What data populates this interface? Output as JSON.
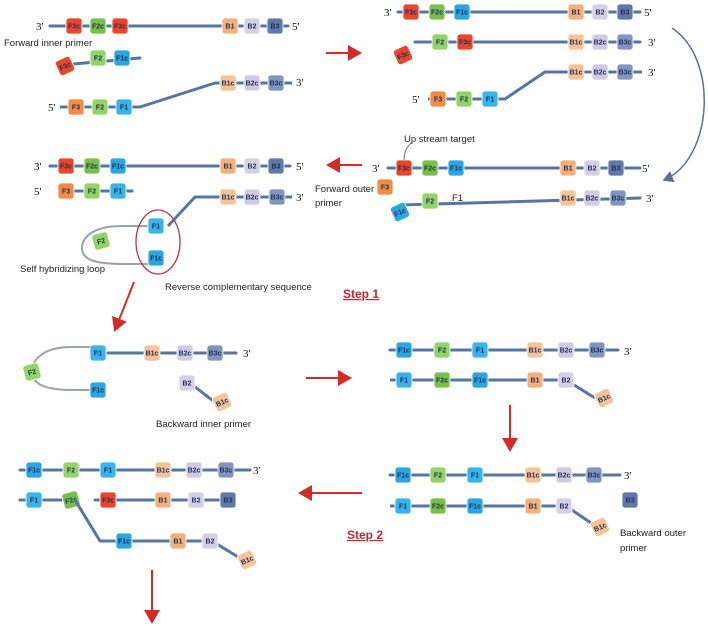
{
  "colors": {
    "strand": "#5575a2",
    "F3": "#f38a45",
    "F3c": "#e8452b",
    "F2": "#93d466",
    "F2c": "#78c04a",
    "F1": "#37b4ea",
    "F1c": "#2aa6e0",
    "B1": "#f4b07a",
    "B1c": "#f5c396",
    "B2": "#d5d0e6",
    "B2c": "#d0cbe3",
    "B3": "#5f79a6",
    "B3c": "#7f97bf",
    "arrow_red": "#d42a2a",
    "arrow_blue": "#5a6f9c",
    "circle": "#b8334b",
    "step_text": "#c0262d"
  },
  "ends": {
    "three_prime": "3'",
    "five_prime": "5'"
  },
  "boxes": {
    "F3": "F3",
    "F3c": "F3c",
    "F2": "F2",
    "F2c": "F2c",
    "F1": "F1",
    "F1c": "F1c",
    "B1": "B1",
    "B1c": "B1c",
    "B2": "B2",
    "B2c": "B2c",
    "B3": "B3",
    "B3c": "B3c"
  },
  "labels": {
    "forward_inner_primer": "Forward inner primer",
    "up_stream_target": "Up stream target",
    "forward_outer_primer_1": "Forward outer",
    "forward_outer_primer_2": "primer",
    "f1_plain": "F1",
    "self_hybridizing_loop": "Self hybridizing loop",
    "reverse_complementary_sequence": "Reverse complementary sequence",
    "step1": "Step 1",
    "backward_inner_primer": "Backward inner primer",
    "backward_outer_primer_1": "Backward outer",
    "backward_outer_primer_2": "primer",
    "step2": "Step 2"
  }
}
